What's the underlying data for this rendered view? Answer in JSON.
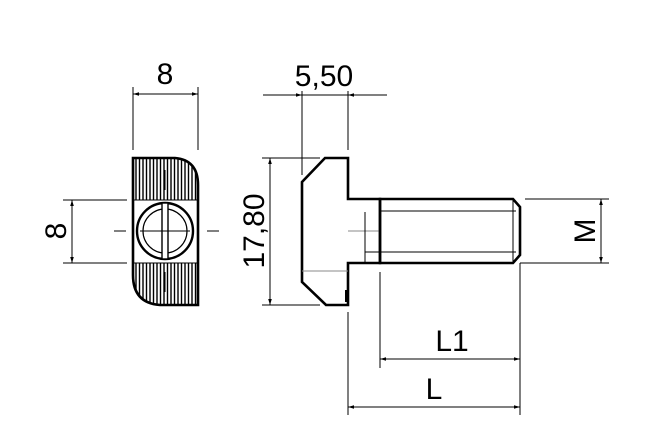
{
  "drawing": {
    "title": "T-bolt technical drawing",
    "colors": {
      "line": "#000000",
      "hidden": "#888888",
      "background": "#ffffff"
    },
    "views": {
      "end_view": {
        "dimensions": {
          "width": {
            "label": "8"
          },
          "slot_height": {
            "label": "8"
          }
        }
      },
      "side_view": {
        "dimensions": {
          "head_width": {
            "label": "5,50"
          },
          "head_height": {
            "label": "17,80"
          },
          "thread_diameter": {
            "label": "M"
          },
          "thread_length": {
            "label": "L1"
          },
          "total_length": {
            "label": "L"
          }
        }
      }
    }
  }
}
